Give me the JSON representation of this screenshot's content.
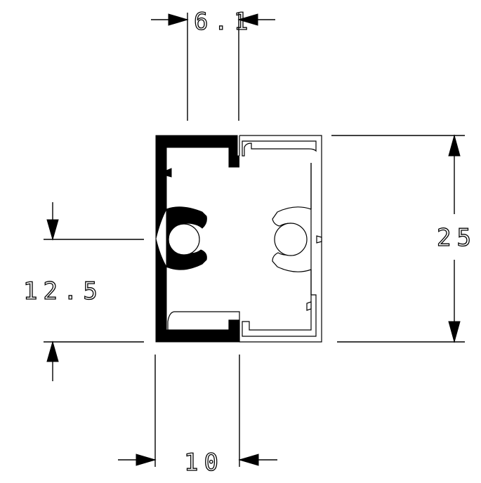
{
  "drawing": {
    "dimensions": {
      "top_width": "6.1",
      "bottom_width": "10",
      "height_total": "25",
      "height_half": "12.5"
    },
    "colors": {
      "ink": "#000000",
      "paper": "#ffffff"
    }
  }
}
